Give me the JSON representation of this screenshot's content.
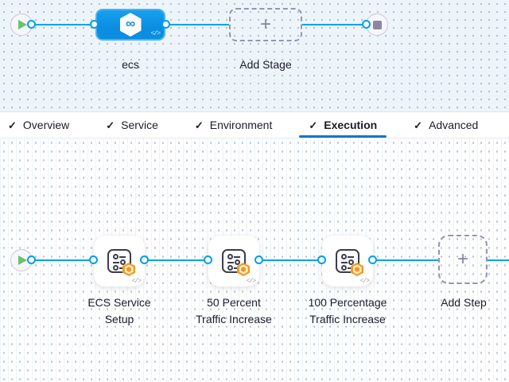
{
  "glyphs": {
    "check": "✓",
    "plus": "+",
    "code": "</​>",
    "infinity": "∞"
  },
  "colors": {
    "edge_blue": "#00a5ec",
    "stage_node_blue": "#0b8ee2",
    "tab_underline_blue": "#0278d5",
    "badge_orange": "#f89820",
    "play_green": "#6cc26c",
    "stop_gray": "#8b87a3",
    "canvas_top_bg": "#edf5fb"
  },
  "pipeline_graph": {
    "stage": {
      "label": "ecs"
    },
    "add_stage_label": "Add Stage"
  },
  "tabs": [
    {
      "label": "Overview"
    },
    {
      "label": "Service"
    },
    {
      "label": "Environment"
    },
    {
      "label": "Execution"
    },
    {
      "label": "Advanced"
    }
  ],
  "execution_graph": {
    "steps": [
      {
        "label": "ECS Service\nSetup"
      },
      {
        "label": "50 Percent\nTraffic Increase"
      },
      {
        "label": "100 Percentage\nTraffic Increase"
      }
    ],
    "add_step_label": "Add Step"
  }
}
